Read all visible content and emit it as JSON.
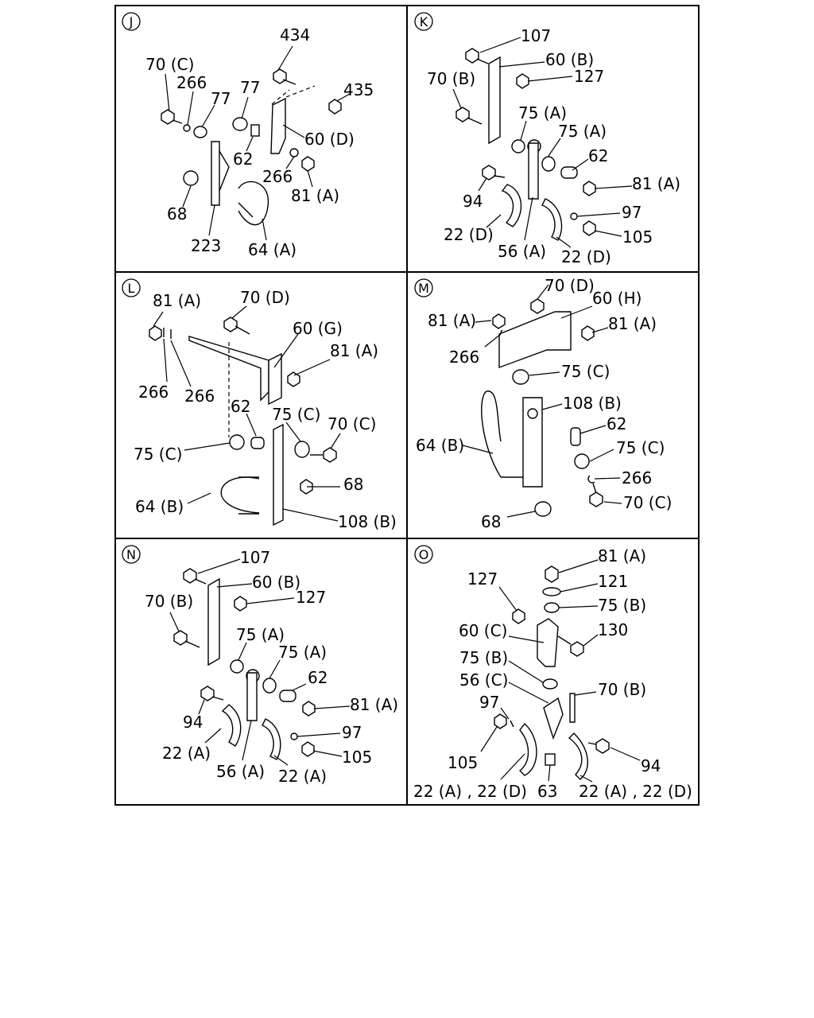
{
  "diagram": {
    "panels": [
      {
        "id": "J",
        "labels": [
          "434",
          "70 (C)",
          "266",
          "77",
          "77",
          "435",
          "60 (D)",
          "62",
          "266",
          "81 (A)",
          "68",
          "223",
          "64 (A)"
        ]
      },
      {
        "id": "K",
        "labels": [
          "107",
          "60 (B)",
          "70 (B)",
          "127",
          "75 (A)",
          "75 (A)",
          "62",
          "81 (A)",
          "94",
          "97",
          "22 (D)",
          "105",
          "56 (A)",
          "22 (D)"
        ]
      },
      {
        "id": "L",
        "labels": [
          "81 (A)",
          "70 (D)",
          "60 (G)",
          "81 (A)",
          "266",
          "266",
          "62",
          "75 (C)",
          "70 (C)",
          "75 (C)",
          "68",
          "64 (B)",
          "108 (B)"
        ]
      },
      {
        "id": "M",
        "labels": [
          "70 (D)",
          "60 (H)",
          "81 (A)",
          "81 (A)",
          "266",
          "75 (C)",
          "108 (B)",
          "62",
          "64 (B)",
          "75 (C)",
          "266",
          "70 (C)",
          "68"
        ]
      },
      {
        "id": "N",
        "labels": [
          "107",
          "60 (B)",
          "70 (B)",
          "127",
          "75 (A)",
          "75 (A)",
          "62",
          "94",
          "81 (A)",
          "97",
          "22 (A)",
          "105",
          "56 (A)",
          "22 (A)"
        ]
      },
      {
        "id": "O",
        "labels": [
          "81 (A)",
          "121",
          "127",
          "75 (B)",
          "60 (C)",
          "130",
          "75 (B)",
          "56 (C)",
          "70 (B)",
          "97",
          "105",
          "94",
          "22 (A) , 22 (D)",
          "63",
          "22 (A) , 22 (D)"
        ]
      }
    ]
  }
}
